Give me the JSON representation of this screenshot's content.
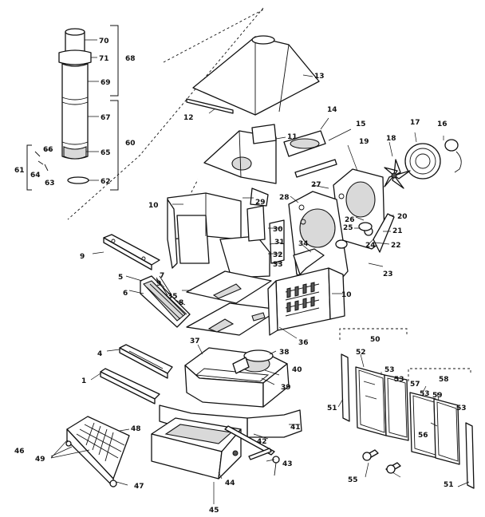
{
  "diagram": {
    "part_numbers": [
      "70",
      "71",
      "68",
      "69",
      "67",
      "60",
      "66",
      "65",
      "64",
      "63",
      "61",
      "62",
      "13",
      "12",
      "11",
      "14",
      "15",
      "16",
      "17",
      "18",
      "19",
      "27",
      "28",
      "29",
      "10",
      "30",
      "31",
      "32",
      "33",
      "34",
      "35",
      "9",
      "5",
      "6",
      "7",
      "8",
      "26",
      "25",
      "24",
      "20",
      "21",
      "22",
      "23",
      "36",
      "37",
      "38",
      "39",
      "40",
      "41",
      "42",
      "43",
      "44",
      "45",
      "46",
      "47",
      "48",
      "49",
      "4",
      "1",
      "50",
      "51",
      "52",
      "53",
      "55",
      "56",
      "57",
      "58",
      "59"
    ]
  }
}
